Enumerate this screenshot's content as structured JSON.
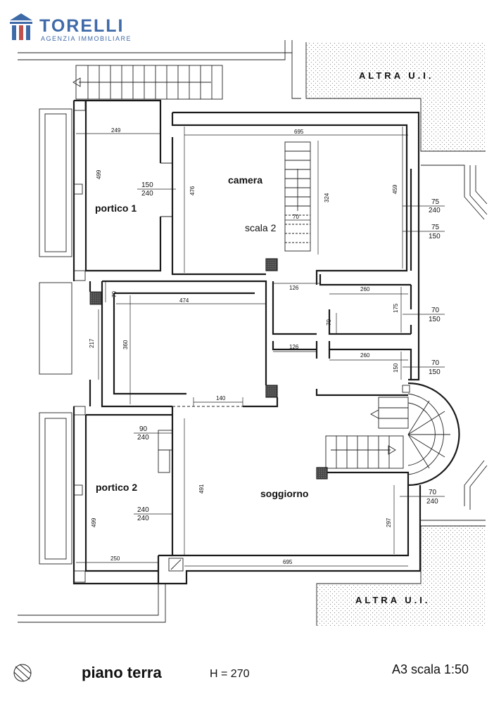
{
  "brand": {
    "name": "TORELLI",
    "subtitle": "AGENZIA IMMOBILIARE",
    "color": "#3f6aa8",
    "accent": "#c0504d"
  },
  "neighbors": {
    "top": "ALTRA U.I.",
    "bottom": "ALTRA U.I."
  },
  "rooms": {
    "portico1": "portico 1",
    "portico2": "portico 2",
    "camera": "camera",
    "scala2": "scala 2",
    "soggiorno": "soggiorno"
  },
  "dimensions": {
    "d249": "249",
    "d499a": "499",
    "d695a": "695",
    "d476": "476",
    "d324": "324",
    "d459": "459",
    "d70a": "70",
    "d126a": "126",
    "d260a": "260",
    "d175": "175",
    "d70b": "70",
    "d474": "474",
    "d360": "360",
    "d217": "217",
    "d70c": "70",
    "d126b": "126",
    "d260b": "260",
    "d150": "150",
    "d140": "140",
    "d491": "491",
    "d297": "297",
    "d499b": "499",
    "d250": "250",
    "d695b": "695"
  },
  "openings": {
    "o1": {
      "top": "150",
      "bottom": "240"
    },
    "o2": {
      "top": "75",
      "bottom": "240"
    },
    "o3": {
      "top": "75",
      "bottom": "150"
    },
    "o4": {
      "top": "70",
      "bottom": "150"
    },
    "o5": {
      "top": "70",
      "bottom": "150"
    },
    "o6": {
      "top": "90",
      "bottom": "240"
    },
    "o7": {
      "top": "240",
      "bottom": "240"
    },
    "o8": {
      "top": "70",
      "bottom": "240"
    }
  },
  "footer": {
    "title": "piano terra",
    "height": "H = 270",
    "scale": "A3 scala 1:50"
  },
  "icons": {
    "logo": "building-logo-icon",
    "compass": "north-arrow-icon"
  }
}
